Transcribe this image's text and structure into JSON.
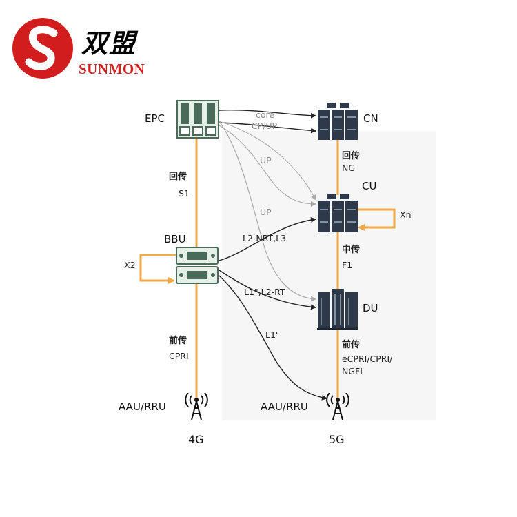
{
  "logo": {
    "chinese_name": "双盟",
    "english_name": "SUNMON"
  },
  "diagram": {
    "nodes": {
      "epc": "EPC",
      "cn": "CN",
      "cu": "CU",
      "bbu": "BBU",
      "du": "DU",
      "aau_4g": "AAU/RRU",
      "aau_5g": "AAU/RRU"
    },
    "links": {
      "backhaul_4g_cn": "回传",
      "backhaul_4g": "S1",
      "backhaul_5g_cn": "回传",
      "backhaul_5g": "NG",
      "midhaul_5g_cn": "中传",
      "midhaul_5g": "F1",
      "fronthaul_4g_cn": "前传",
      "fronthaul_4g": "CPRI",
      "fronthaul_5g_cn": "前传",
      "fronthaul_5g_line1": "eCPRI/CPRI/",
      "fronthaul_5g_line2": "NGFI",
      "x2": "X2",
      "xn": "Xn"
    },
    "flows": {
      "core": "core",
      "cp_up": "CP/UP",
      "up_1": "UP",
      "up_2": "UP",
      "l2_nrt_l3": "L2-NRT,L3",
      "l1_l2_rt": "L1\",L2-RT",
      "l1": "L1'"
    },
    "generations": {
      "left": "4G",
      "right": "5G"
    },
    "colors": {
      "accent_orange": "#f0a848",
      "logo_red": "#d11d1d",
      "equipment_dark": "#2e3a4a",
      "equipment_green": "#4b6b5a",
      "flow_dark": "#222222",
      "flow_gray": "#aaaaaa"
    },
    "icons": {
      "logo": "sunmon-s-logo",
      "epc": "server-rack-icon",
      "bbu": "baseband-unit-icon",
      "cn": "server-cluster-icon",
      "cu": "server-cluster-icon",
      "du": "server-cluster-icon",
      "antenna": "cell-tower-icon"
    }
  }
}
